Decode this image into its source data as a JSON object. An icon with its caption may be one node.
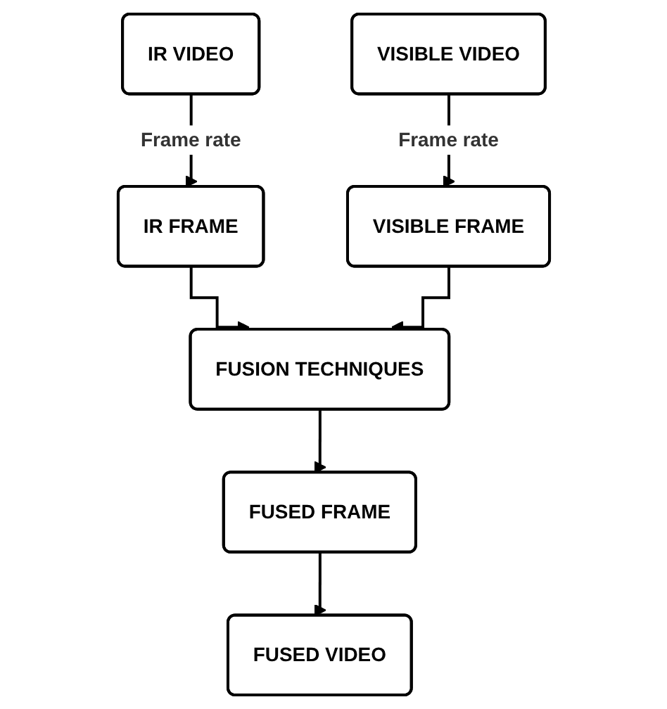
{
  "diagram": {
    "nodes": [
      {
        "text": [
          "IR VIDEO"
        ]
      },
      {
        "text": [
          "VISIBLE VIDEO"
        ]
      },
      {
        "text": [
          "IR FRAME"
        ]
      },
      {
        "text": [
          "VISIBLE FRAME"
        ]
      },
      {
        "text": [
          "FUSION TECHNIQUES"
        ]
      },
      {
        "text": [
          "FUSED FRAME"
        ]
      },
      {
        "text": [
          "FUSED VIDEO"
        ]
      }
    ],
    "edges": [
      {
        "from": 0,
        "to": 2,
        "arrow": "to",
        "label": "Frame rate"
      },
      {
        "from": 1,
        "to": 3,
        "arrow": "to",
        "label": "Frame rate"
      },
      {
        "from": 2,
        "to": 4,
        "arrow": "to"
      },
      {
        "from": 3,
        "to": 4,
        "arrow": "to"
      },
      {
        "from": 4,
        "to": 5,
        "arrow": "to"
      },
      {
        "from": 5,
        "to": 6,
        "arrow": "to"
      }
    ]
  }
}
